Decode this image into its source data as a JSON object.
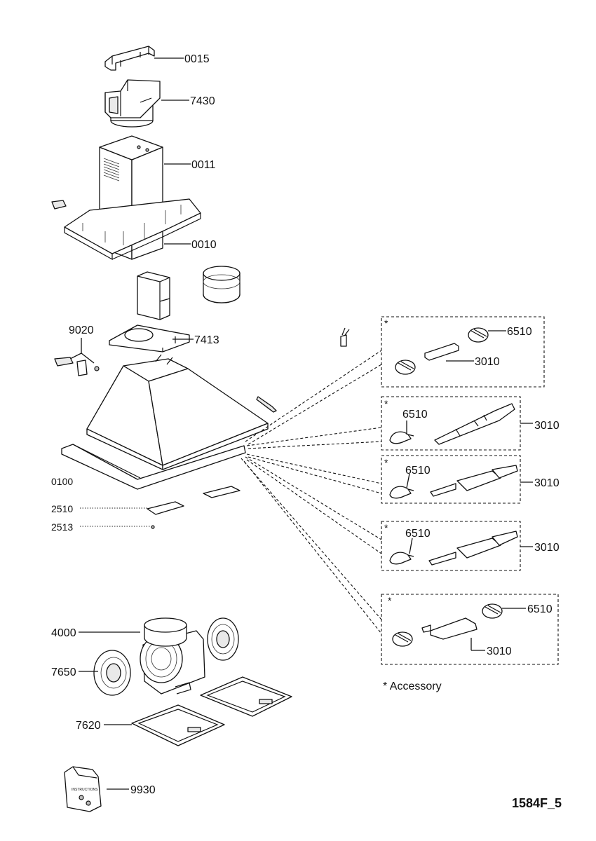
{
  "part_labels": {
    "p0015": "0015",
    "p7430": "7430",
    "p0011": "0011",
    "p0010": "0010",
    "p9020": "9020",
    "p7413": "7413",
    "p0100": "0100",
    "p2510": "2510",
    "p2513": "2513",
    "p4000": "4000",
    "p7650": "7650",
    "p7620": "7620",
    "p9930": "9930"
  },
  "accessory_boxes": [
    {
      "marker": "*",
      "bulb": "6510",
      "control": "3010"
    },
    {
      "marker": "*",
      "bulb": "6510",
      "control": "3010"
    },
    {
      "marker": "*",
      "bulb": "6510",
      "control": "3010"
    },
    {
      "marker": "*",
      "bulb": "6510",
      "control": "3010"
    },
    {
      "marker": "*",
      "bulb": "6510",
      "control": "3010"
    }
  ],
  "legend": "* Accessory",
  "bag_text": "INSTRUCTIONS",
  "drawing_ref": "1584F_5"
}
